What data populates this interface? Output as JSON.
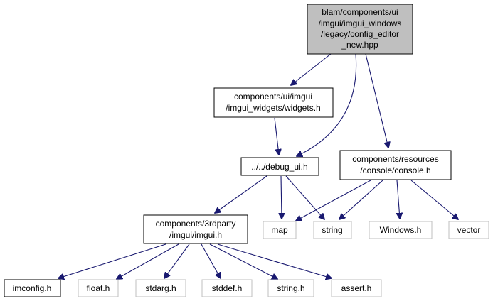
{
  "colors": {
    "edge": "#191970",
    "root_fill": "#bfbfbf",
    "node_border": "#000000",
    "leaf_border": "#bfbfbf",
    "background": "#ffffff"
  },
  "nodes": {
    "root": {
      "lines": [
        "blam/components/ui",
        "/imgui/imgui_windows",
        "/legacy/config_editor",
        "_new.hpp"
      ]
    },
    "widgets": {
      "lines": [
        "components/ui/imgui",
        "/imgui_widgets/widgets.h"
      ]
    },
    "debug_ui": {
      "lines": [
        "../../debug_ui.h"
      ]
    },
    "console": {
      "lines": [
        "components/resources",
        "/console/console.h"
      ]
    },
    "imgui": {
      "lines": [
        "components/3rdparty",
        "/imgui/imgui.h"
      ]
    },
    "map": {
      "lines": [
        "map"
      ]
    },
    "string": {
      "lines": [
        "string"
      ]
    },
    "windows": {
      "lines": [
        "Windows.h"
      ]
    },
    "vector": {
      "lines": [
        "vector"
      ]
    },
    "imconfig": {
      "lines": [
        "imconfig.h"
      ]
    },
    "float": {
      "lines": [
        "float.h"
      ]
    },
    "stdarg": {
      "lines": [
        "stdarg.h"
      ]
    },
    "stddef": {
      "lines": [
        "stddef.h"
      ]
    },
    "string_h": {
      "lines": [
        "string.h"
      ]
    },
    "assert": {
      "lines": [
        "assert.h"
      ]
    }
  }
}
